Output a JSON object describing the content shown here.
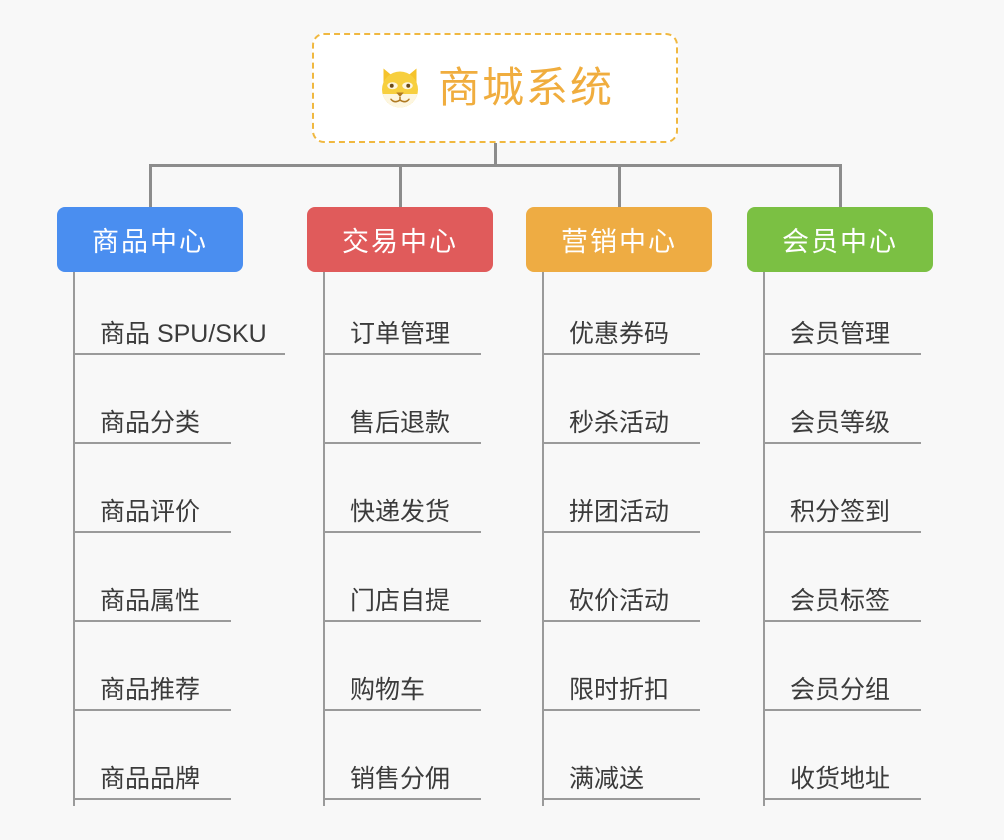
{
  "diagram": {
    "type": "mindmap-tree",
    "background_color": "#f8f8f8",
    "root": {
      "title": "商城系统",
      "icon": "shiba-dog-face-icon",
      "text_color": "#f0ad3e",
      "border_color": "#f0b840",
      "fill_color": "#ffffff"
    },
    "connector_color": "#8c8c8c",
    "branches": [
      {
        "id": "product-center",
        "label": "商品中心",
        "color": "#4a8ef0",
        "items": [
          "商品 SPU/SKU",
          "商品分类",
          "商品评价",
          "商品属性",
          "商品推荐",
          "商品品牌"
        ]
      },
      {
        "id": "trade-center",
        "label": "交易中心",
        "color": "#e05b5b",
        "items": [
          "订单管理",
          "售后退款",
          "快递发货",
          "门店自提",
          "购物车",
          "销售分佣"
        ]
      },
      {
        "id": "marketing-center",
        "label": "营销中心",
        "color": "#eeac43",
        "items": [
          "优惠券码",
          "秒杀活动",
          "拼团活动",
          "砍价活动",
          "限时折扣",
          "满减送"
        ]
      },
      {
        "id": "member-center",
        "label": "会员中心",
        "color": "#7bc043",
        "items": [
          "会员管理",
          "会员等级",
          "积分签到",
          "会员标签",
          "会员分组",
          "收货地址"
        ]
      }
    ]
  }
}
